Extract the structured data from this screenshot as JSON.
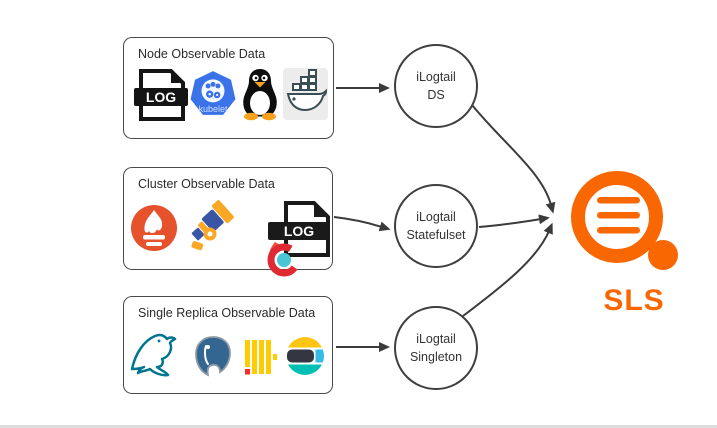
{
  "groups": [
    {
      "title": "Node Observable Data",
      "icons": [
        "log-file",
        "kubelet",
        "linux-tux",
        "docker"
      ]
    },
    {
      "title": "Cluster Observable Data",
      "icons": [
        "prometheus",
        "telescope",
        "log-analysis"
      ]
    },
    {
      "title": "Single Replica Observable Data",
      "icons": [
        "mysql-dolphin",
        "postgresql-elephant",
        "clickhouse-bars",
        "elasticsearch"
      ]
    }
  ],
  "nodes": [
    {
      "label_line1": "iLogtail",
      "label_line2": "DS"
    },
    {
      "label_line1": "iLogtail",
      "label_line2": "Statefulset"
    },
    {
      "label_line1": "iLogtail",
      "label_line2": "Singleton"
    }
  ],
  "sink": {
    "label": "SLS"
  },
  "icon_text": {
    "log": "LOG",
    "kubelet": "kubelet"
  },
  "colors": {
    "sls_orange": "#F96702",
    "prometheus_orange": "#E6522C",
    "kubernetes_blue": "#3A72E8",
    "arrow_gray": "#3B3B3B",
    "box_border_gray": "#4A4A4A",
    "mysql_teal": "#00758F",
    "postgres_blue": "#336791",
    "clickhouse_yellow": "#FFCC00",
    "clickhouse_red": "#FA2A2A",
    "elastic_yellow": "#FEC514",
    "elastic_dark": "#343741",
    "elastic_blue": "#35BCE5",
    "elastic_teal": "#00BFB3",
    "docker_dark": "#394D54",
    "telescope_blue": "#3B55A5",
    "telescope_orange": "#F9A825"
  }
}
